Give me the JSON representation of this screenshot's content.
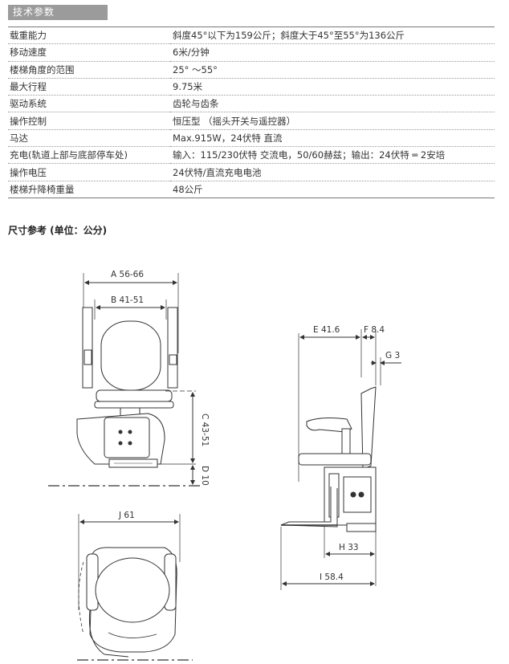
{
  "section_title": "技术参数",
  "specs": [
    {
      "label": "载重能力",
      "value": "斜度45°以下为159公斤；斜度大于45°至55°为136公斤"
    },
    {
      "label": "移动速度",
      "value": "6米/分钟"
    },
    {
      "label": "楼梯角度的范围",
      "value": "25° ～55°"
    },
    {
      "label": "最大行程",
      "value": "9.75米"
    },
    {
      "label": "驱动系统",
      "value": "齿轮与齿条"
    },
    {
      "label": "操作控制",
      "value": "恒压型 （摇头开关与遥控器）"
    },
    {
      "label": "马达",
      "value": "Max.915W，24伏特 直流"
    },
    {
      "label": "充电(轨道上部与底部停车处)",
      "value": "输入：115/230伏特 交流电，50/60赫兹；输出：24伏特 ═ 2安培"
    },
    {
      "label": "操作电压",
      "value": "24伏特/直流充电电池"
    },
    {
      "label": "楼梯升降椅重量",
      "value": "48公斤"
    }
  ],
  "dimensions_title": "尺寸参考 (单位：公分)",
  "dims": {
    "A": "A 56-66",
    "B": "B 41-51",
    "C": "C 43-51",
    "D": "D 10",
    "E": "E 41.6",
    "F": "F 8.4",
    "G": "G 3",
    "H": "H 33",
    "I": "I 58.4",
    "J": "J 61"
  }
}
